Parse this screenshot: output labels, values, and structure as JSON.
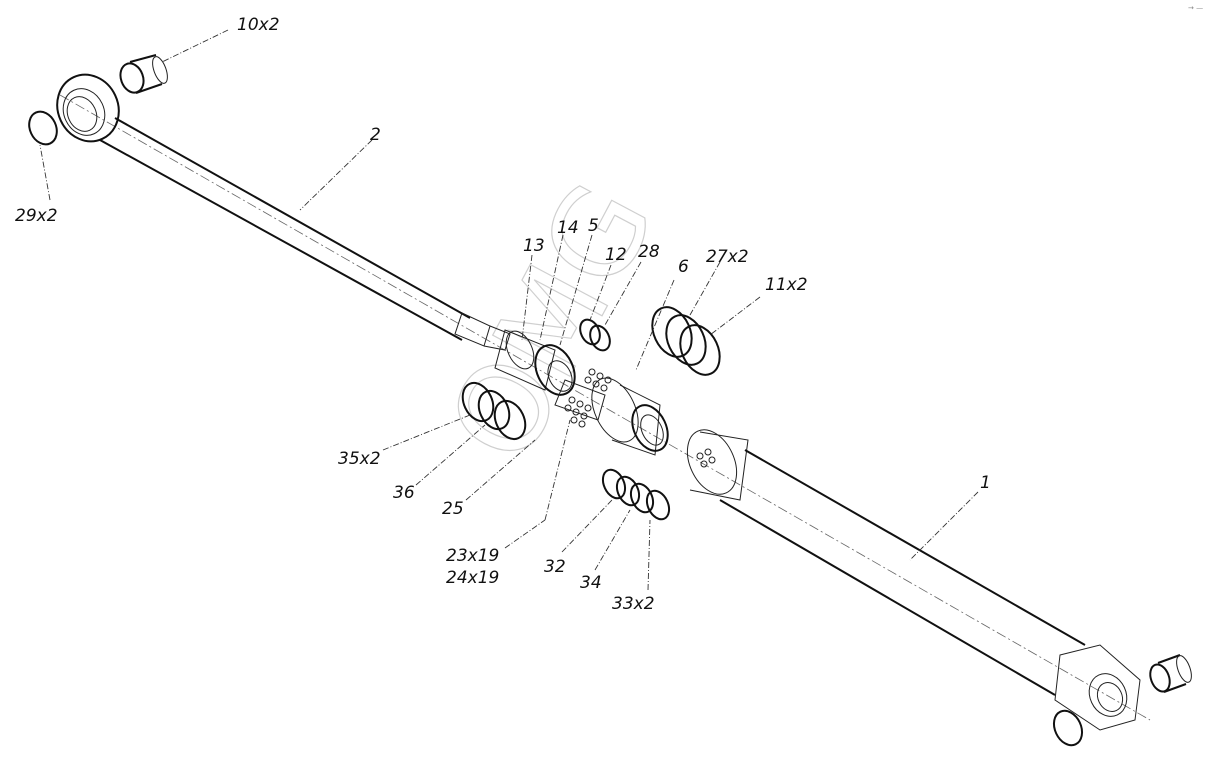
{
  "diagram": {
    "title": "Hydraulic cylinder exploded parts view",
    "watermark": "OMG",
    "corner_mark": "→ —",
    "colors": {
      "line": "#111111",
      "background": "#ffffff",
      "watermark": "#bbbbbb"
    },
    "callouts": {
      "c10x2": "10x2",
      "c29x2": "29x2",
      "c2": "2",
      "c13": "13",
      "c14": "14",
      "c5": "5",
      "c12": "12",
      "c28": "28",
      "c6": "6",
      "c27x2": "27x2",
      "c11x2": "11x2",
      "c35x2": "35x2",
      "c36": "36",
      "c25": "25",
      "c23x19": "23x19",
      "c24x19": "24x19",
      "c32": "32",
      "c34": "34",
      "c33x2": "33x2",
      "c1": "1"
    }
  }
}
